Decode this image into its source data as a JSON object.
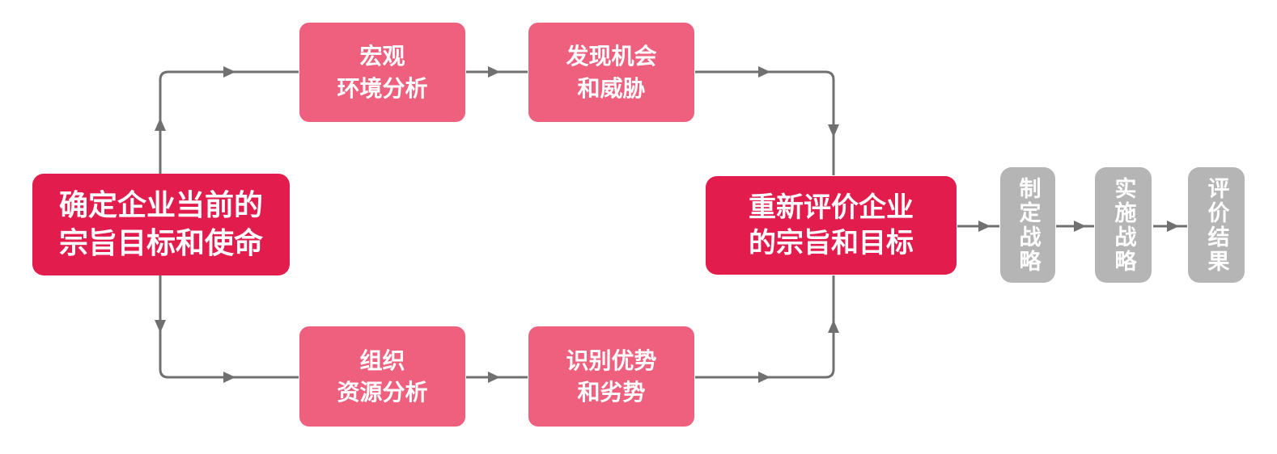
{
  "colors": {
    "red": "#E21C4D",
    "pink": "#EE607E",
    "gray": "#B5B5B5",
    "connector": "#707070",
    "text": "#FFFFFF",
    "background": "#FFFFFF"
  },
  "nodes": {
    "current_mission": {
      "line1": "确定企业当前的",
      "line2": "宗旨目标和使命"
    },
    "macro_env": {
      "line1": "宏观",
      "line2": "环境分析"
    },
    "opportunities_threats": {
      "line1": "发现机会",
      "line2": "和威胁"
    },
    "org_resources": {
      "line1": "组织",
      "line2": "资源分析"
    },
    "strengths_weaknesses": {
      "line1": "识别优势",
      "line2": "和劣势"
    },
    "reevaluate_goals": {
      "line1": "重新评价企业",
      "line2": "的宗旨和目标"
    },
    "formulate_strategy": {
      "label": "制定战略"
    },
    "implement_strategy": {
      "label": "实施战略"
    },
    "evaluate_results": {
      "label": "评价结果"
    }
  }
}
